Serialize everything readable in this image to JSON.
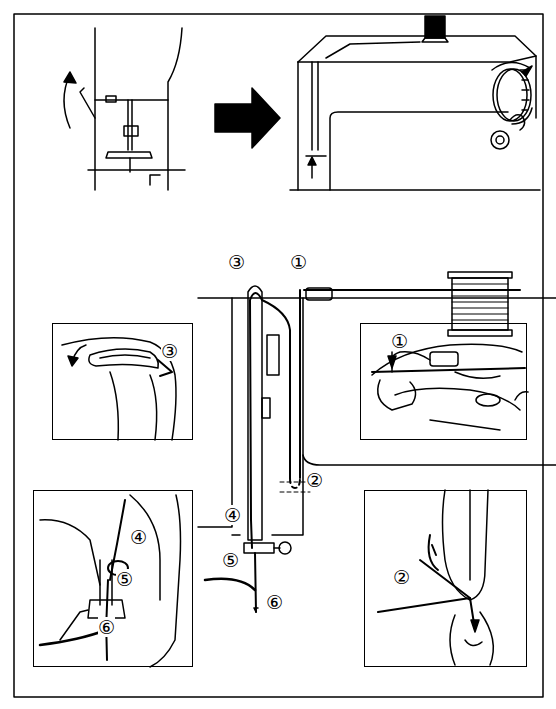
{
  "diagram": {
    "nodes": [
      {
        "text": [
          "③"
        ]
      },
      {
        "text": [
          "①"
        ]
      },
      {
        "text": [
          "④",
          "⑤",
          "⑥"
        ]
      },
      {
        "text": [
          "②"
        ]
      }
    ],
    "labels": [
      "③",
      "①",
      "②",
      "④",
      "⑤",
      "⑥"
    ]
  }
}
